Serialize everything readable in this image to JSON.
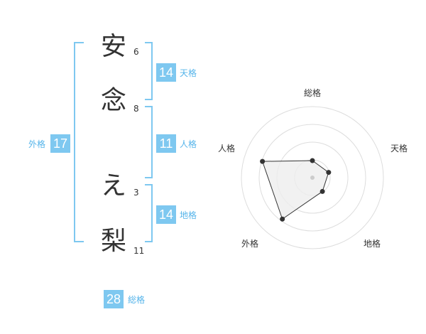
{
  "name_chars": [
    {
      "char": "安",
      "strokes": "6"
    },
    {
      "char": "念",
      "strokes": "8"
    },
    {
      "char": "え",
      "strokes": "3"
    },
    {
      "char": "梨",
      "strokes": "11"
    }
  ],
  "fortunes": {
    "tenkaku": {
      "value": "14",
      "label": "天格"
    },
    "jinkaku": {
      "value": "11",
      "label": "人格"
    },
    "chikaku": {
      "value": "14",
      "label": "地格"
    },
    "gaikaku": {
      "value": "17",
      "label": "外格"
    },
    "soukaku": {
      "value": "28",
      "label": "総格"
    }
  },
  "colors": {
    "accent": "#7ec8f0",
    "accent_text": "#55b4ea",
    "text": "#333333",
    "ring": "#dddddd",
    "fill": "#eeeeee"
  },
  "chart_data": {
    "type": "radar",
    "axes": [
      "総格",
      "天格",
      "地格",
      "外格",
      "人格"
    ],
    "values": [
      0.24,
      0.24,
      0.24,
      0.72,
      0.74
    ],
    "range": [
      0,
      1
    ],
    "rings": 4
  }
}
